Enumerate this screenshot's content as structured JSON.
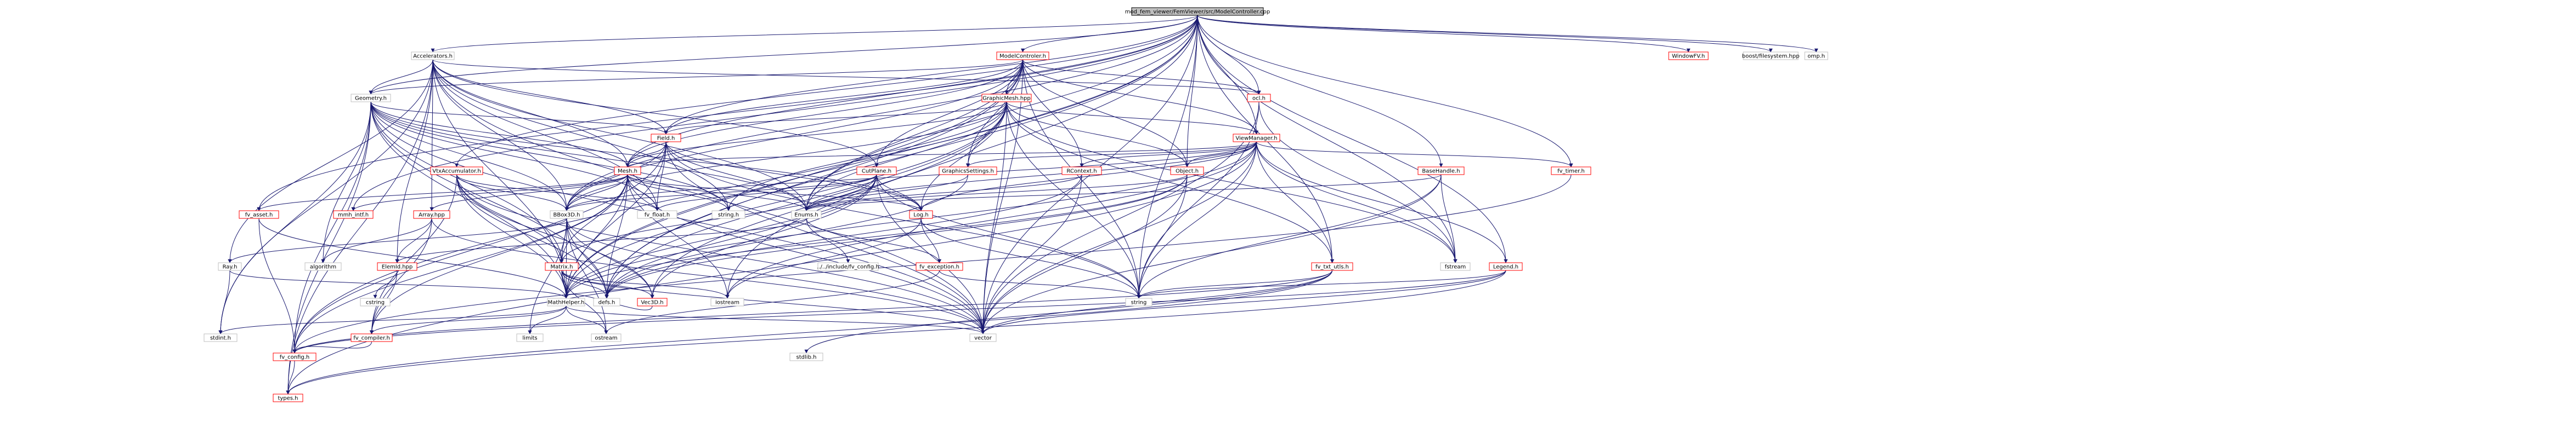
{
  "root": "mod_fem_viewer/FemViewer/src/ModelController.cpp",
  "nodes": {
    "root": "mod_fem_viewer/FemViewer/src/ModelController.cpp",
    "accelerators_h": "Accelerators.h",
    "modelcontroler_h": "ModelControler.h",
    "windowfv_h": "WindowFV.h",
    "boost_fs": "boost/filesystem.hpp",
    "omp_h": "omp.h",
    "geometry_h": "Geometry.h",
    "graphicmesh_hpp": "GraphicMesh.hpp",
    "ocl_h": "ocl.h",
    "viewmanager_h": "ViewManager.h",
    "field_h": "Field.h",
    "mesh_h": "Mesh.h",
    "cutplane_h": "CutPlane.h",
    "vtxaccumulator_h": "VtxAccumulator.h",
    "graphicssettings_h": "GraphicsSettings.h",
    "rcontext_h": "RContext.h",
    "object_h": "Object.h",
    "basehandle_h": "BaseHandle.h",
    "fv_timer_h": "fv_timer.h",
    "fv_asset_h": "fv_asset.h",
    "mmh_intf_h": "mmh_intf.h",
    "array_hpp": "Array.hpp",
    "bbox3d_h": "BBox3D.h",
    "fv_float_h": "fv_float.h",
    "string_h": "string.h",
    "enums_h": "Enums.h",
    "log_h": "Log.h",
    "fstream": "fstream",
    "legend_h": "Legend.h",
    "ray_h": "Ray.h",
    "algorithm": "algorithm",
    "elemid_hpp": "ElemId.hpp",
    "matrix_h": "Matrix.h",
    "include_fv_config": "../../include/fv_config.h",
    "fv_exception_h": "fv_exception.h",
    "fv_txt_utls_h": "fv_txt_utls.h",
    "cstring": "cstring",
    "defs_h": "defs.h",
    "vec3d_h": "Vec3D.h",
    "iostream": "iostream",
    "string": "string",
    "mathhelper_h": "MathHelper.h",
    "stdint_h": "stdint.h",
    "fv_compiler_h": "fv_compiler.h",
    "limits": "limits",
    "ostream": "ostream",
    "vector": "vector",
    "stdlib_h": "stdlib.h",
    "fv_config_h": "fv_config.h",
    "types_h": "types.h"
  },
  "legend_colors": {
    "edge": "#191970",
    "documented_border": "#ff0000",
    "external_border": "#bfbfbf",
    "root_fill": "#bfbfbf"
  },
  "edges": [
    [
      "root",
      "accelerators_h"
    ],
    [
      "root",
      "modelcontroler_h"
    ],
    [
      "root",
      "windowfv_h"
    ],
    [
      "root",
      "boost_fs"
    ],
    [
      "root",
      "omp_h"
    ],
    [
      "root",
      "geometry_h"
    ],
    [
      "root",
      "ocl_h"
    ],
    [
      "root",
      "viewmanager_h"
    ],
    [
      "root",
      "field_h"
    ],
    [
      "root",
      "mesh_h"
    ],
    [
      "root",
      "vtxaccumulator_h"
    ],
    [
      "root",
      "object_h"
    ],
    [
      "root",
      "basehandle_h"
    ],
    [
      "root",
      "fv_timer_h"
    ],
    [
      "root",
      "fv_asset_h"
    ],
    [
      "root",
      "mmh_intf_h"
    ],
    [
      "root",
      "bbox3d_h"
    ],
    [
      "root",
      "enums_h"
    ],
    [
      "root",
      "fstream"
    ],
    [
      "root",
      "legend_h"
    ],
    [
      "root",
      "fv_txt_utls_h"
    ],
    [
      "root",
      "defs_h"
    ],
    [
      "root",
      "string"
    ],
    [
      "root",
      "mathhelper_h"
    ],
    [
      "root",
      "vector"
    ],
    [
      "root",
      "fv_config_h"
    ],
    [
      "root",
      "iostream"
    ],
    [
      "accelerators_h",
      "geometry_h"
    ],
    [
      "accelerators_h",
      "field_h"
    ],
    [
      "accelerators_h",
      "mesh_h"
    ],
    [
      "accelerators_h",
      "ocl_h"
    ],
    [
      "accelerators_h",
      "array_hpp"
    ],
    [
      "accelerators_h",
      "bbox3d_h"
    ],
    [
      "accelerators_h",
      "enums_h"
    ],
    [
      "accelerators_h",
      "fv_float_h"
    ],
    [
      "accelerators_h",
      "string_h"
    ],
    [
      "accelerators_h",
      "elemid_hpp"
    ],
    [
      "accelerators_h",
      "ray_h"
    ],
    [
      "accelerators_h",
      "mathhelper_h"
    ],
    [
      "accelerators_h",
      "stdint_h"
    ],
    [
      "accelerators_h",
      "types_h"
    ],
    [
      "accelerators_h",
      "vector"
    ],
    [
      "accelerators_h",
      "cutplane_h"
    ],
    [
      "modelcontroler_h",
      "geometry_h"
    ],
    [
      "modelcontroler_h",
      "graphicmesh_hpp"
    ],
    [
      "modelcontroler_h",
      "ocl_h"
    ],
    [
      "modelcontroler_h",
      "field_h"
    ],
    [
      "modelcontroler_h",
      "mesh_h"
    ],
    [
      "modelcontroler_h",
      "cutplane_h"
    ],
    [
      "modelcontroler_h",
      "graphicssettings_h"
    ],
    [
      "modelcontroler_h",
      "rcontext_h"
    ],
    [
      "modelcontroler_h",
      "viewmanager_h"
    ],
    [
      "modelcontroler_h",
      "object_h"
    ],
    [
      "modelcontroler_h",
      "enums_h"
    ],
    [
      "modelcontroler_h",
      "vector"
    ],
    [
      "modelcontroler_h",
      "string"
    ],
    [
      "modelcontroler_h",
      "mathhelper_h"
    ],
    [
      "modelcontroler_h",
      "bbox3d_h"
    ],
    [
      "modelcontroler_h",
      "defs_h"
    ],
    [
      "geometry_h",
      "field_h"
    ],
    [
      "geometry_h",
      "mesh_h"
    ],
    [
      "geometry_h",
      "bbox3d_h"
    ],
    [
      "geometry_h",
      "enums_h"
    ],
    [
      "geometry_h",
      "log_h"
    ],
    [
      "geometry_h",
      "fv_float_h"
    ],
    [
      "geometry_h",
      "string_h"
    ],
    [
      "geometry_h",
      "mathhelper_h"
    ],
    [
      "geometry_h",
      "stdint_h"
    ],
    [
      "geometry_h",
      "types_h"
    ],
    [
      "geometry_h",
      "fv_config_h"
    ],
    [
      "geometry_h",
      "defs_h"
    ],
    [
      "geometry_h",
      "vector"
    ],
    [
      "geometry_h",
      "algorithm"
    ],
    [
      "geometry_h",
      "matrix_h"
    ],
    [
      "graphicmesh_hpp",
      "mesh_h"
    ],
    [
      "graphicmesh_hpp",
      "field_h"
    ],
    [
      "graphicmesh_hpp",
      "viewmanager_h"
    ],
    [
      "graphicmesh_hpp",
      "object_h"
    ],
    [
      "graphicmesh_hpp",
      "bbox3d_h"
    ],
    [
      "graphicmesh_hpp",
      "enums_h"
    ],
    [
      "graphicmesh_hpp",
      "log_h"
    ],
    [
      "graphicmesh_hpp",
      "string_h"
    ],
    [
      "graphicmesh_hpp",
      "mathhelper_h"
    ],
    [
      "graphicmesh_hpp",
      "vector"
    ],
    [
      "graphicmesh_hpp",
      "string"
    ],
    [
      "graphicmesh_hpp",
      "defs_h"
    ],
    [
      "graphicmesh_hpp",
      "fstream"
    ],
    [
      "graphicmesh_hpp",
      "graphicssettings_h"
    ],
    [
      "graphicmesh_hpp",
      "fv_txt_utls_h"
    ],
    [
      "graphicmesh_hpp",
      "vec3d_h"
    ],
    [
      "ocl_h",
      "fstream"
    ],
    [
      "ocl_h",
      "vector"
    ],
    [
      "ocl_h",
      "string"
    ],
    [
      "viewmanager_h",
      "graphicssettings_h"
    ],
    [
      "viewmanager_h",
      "rcontext_h"
    ],
    [
      "viewmanager_h",
      "object_h"
    ],
    [
      "viewmanager_h",
      "mesh_h"
    ],
    [
      "viewmanager_h",
      "legend_h"
    ],
    [
      "viewmanager_h",
      "fv_timer_h"
    ],
    [
      "viewmanager_h",
      "bbox3d_h"
    ],
    [
      "viewmanager_h",
      "enums_h"
    ],
    [
      "viewmanager_h",
      "fv_txt_utls_h"
    ],
    [
      "viewmanager_h",
      "log_h"
    ],
    [
      "viewmanager_h",
      "string"
    ],
    [
      "viewmanager_h",
      "vector"
    ],
    [
      "viewmanager_h",
      "mathhelper_h"
    ],
    [
      "viewmanager_h",
      "fstream"
    ],
    [
      "viewmanager_h",
      "iostream"
    ],
    [
      "viewmanager_h",
      "types_h"
    ],
    [
      "field_h",
      "mesh_h"
    ],
    [
      "field_h",
      "bbox3d_h"
    ],
    [
      "field_h",
      "enums_h"
    ],
    [
      "field_h",
      "log_h"
    ],
    [
      "field_h",
      "fv_float_h"
    ],
    [
      "field_h",
      "mathhelper_h"
    ],
    [
      "field_h",
      "vector"
    ],
    [
      "field_h",
      "string"
    ],
    [
      "field_h",
      "fv_config_h"
    ],
    [
      "mesh_h",
      "bbox3d_h"
    ],
    [
      "mesh_h",
      "enums_h"
    ],
    [
      "mesh_h",
      "fv_float_h"
    ],
    [
      "mesh_h",
      "string_h"
    ],
    [
      "mesh_h",
      "log_h"
    ],
    [
      "mesh_h",
      "mathhelper_h"
    ],
    [
      "mesh_h",
      "vector"
    ],
    [
      "mesh_h",
      "matrix_h"
    ],
    [
      "mesh_h",
      "fv_asset_h"
    ],
    [
      "mesh_h",
      "array_hpp"
    ],
    [
      "mesh_h",
      "mmh_intf_h"
    ],
    [
      "mesh_h",
      "defs_h"
    ],
    [
      "mesh_h",
      "fv_compiler_h"
    ],
    [
      "mesh_h",
      "fv_config_h"
    ],
    [
      "mesh_h",
      "iostream"
    ],
    [
      "cutplane_h",
      "bbox3d_h"
    ],
    [
      "cutplane_h",
      "enums_h"
    ],
    [
      "cutplane_h",
      "log_h"
    ],
    [
      "cutplane_h",
      "mathhelper_h"
    ],
    [
      "cutplane_h",
      "vec3d_h"
    ],
    [
      "cutplane_h",
      "vector"
    ],
    [
      "cutplane_h",
      "string"
    ],
    [
      "cutplane_h",
      "fv_float_h"
    ],
    [
      "cutplane_h",
      "defs_h"
    ],
    [
      "cutplane_h",
      "matrix_h"
    ],
    [
      "vtxaccumulator_h",
      "bbox3d_h"
    ],
    [
      "vtxaccumulator_h",
      "mathhelper_h"
    ],
    [
      "vtxaccumulator_h",
      "matrix_h"
    ],
    [
      "vtxaccumulator_h",
      "vec3d_h"
    ],
    [
      "vtxaccumulator_h",
      "defs_h"
    ],
    [
      "vtxaccumulator_h",
      "vector"
    ],
    [
      "vtxaccumulator_h",
      "fv_compiler_h"
    ],
    [
      "vtxaccumulator_h",
      "fv_float_h"
    ],
    [
      "graphicssettings_h",
      "enums_h"
    ],
    [
      "graphicssettings_h",
      "defs_h"
    ],
    [
      "rcontext_h",
      "enums_h"
    ],
    [
      "rcontext_h",
      "vector"
    ],
    [
      "rcontext_h",
      "defs_h"
    ],
    [
      "object_h",
      "enums_h"
    ],
    [
      "object_h",
      "vector"
    ],
    [
      "object_h",
      "string"
    ],
    [
      "object_h",
      "defs_h"
    ],
    [
      "object_h",
      "mathhelper_h"
    ],
    [
      "basehandle_h",
      "vector"
    ],
    [
      "basehandle_h",
      "fstream"
    ],
    [
      "basehandle_h",
      "string"
    ],
    [
      "basehandle_h",
      "enums_h"
    ],
    [
      "fv_timer_h",
      "fv_config_h"
    ],
    [
      "fv_asset_h",
      "fv_config_h"
    ],
    [
      "fv_asset_h",
      "mathhelper_h"
    ],
    [
      "array_hpp",
      "elemid_hpp"
    ],
    [
      "array_hpp",
      "algorithm"
    ],
    [
      "array_hpp",
      "vector"
    ],
    [
      "array_hpp",
      "fv_compiler_h"
    ],
    [
      "bbox3d_h",
      "ray_h"
    ],
    [
      "bbox3d_h",
      "mathhelper_h"
    ],
    [
      "bbox3d_h",
      "matrix_h"
    ],
    [
      "bbox3d_h",
      "vec3d_h"
    ],
    [
      "bbox3d_h",
      "defs_h"
    ],
    [
      "bbox3d_h",
      "limits"
    ],
    [
      "bbox3d_h",
      "vector"
    ],
    [
      "bbox3d_h",
      "ostream"
    ],
    [
      "enums_h",
      "include_fv_config"
    ],
    [
      "enums_h",
      "elemid_hpp"
    ],
    [
      "enums_h",
      "fv_exception_h"
    ],
    [
      "log_h",
      "fv_exception_h"
    ],
    [
      "log_h",
      "string"
    ],
    [
      "log_h",
      "iostream"
    ],
    [
      "legend_h",
      "fv_config_h"
    ],
    [
      "legend_h",
      "vector"
    ],
    [
      "legend_h",
      "string"
    ],
    [
      "legend_h",
      "types_h"
    ],
    [
      "ray_h",
      "mathhelper_h"
    ],
    [
      "ray_h",
      "stdint_h"
    ],
    [
      "elemid_hpp",
      "cstring"
    ],
    [
      "elemid_hpp",
      "fv_compiler_h"
    ],
    [
      "matrix_h",
      "mathhelper_h"
    ],
    [
      "matrix_h",
      "vec3d_h"
    ],
    [
      "matrix_h",
      "defs_h"
    ],
    [
      "matrix_h",
      "iostream"
    ],
    [
      "matrix_h",
      "ostream"
    ],
    [
      "matrix_h",
      "vector"
    ],
    [
      "fv_exception_h",
      "string"
    ],
    [
      "fv_exception_h",
      "ostream"
    ],
    [
      "fv_txt_utls_h",
      "fv_config_h"
    ],
    [
      "fv_txt_utls_h",
      "string"
    ],
    [
      "fv_txt_utls_h",
      "vector"
    ],
    [
      "fv_txt_utls_h",
      "stdlib_h"
    ],
    [
      "fv_txt_utls_h",
      "types_h"
    ],
    [
      "vec3d_h",
      "mathhelper_h"
    ],
    [
      "mathhelper_h",
      "stdint_h"
    ],
    [
      "mathhelper_h",
      "limits"
    ],
    [
      "mathhelper_h",
      "fv_compiler_h"
    ],
    [
      "mathhelper_h",
      "vector"
    ],
    [
      "mathhelper_h",
      "ostream"
    ],
    [
      "fv_compiler_h",
      "fv_config_h"
    ],
    [
      "fv_config_h",
      "types_h"
    ]
  ]
}
